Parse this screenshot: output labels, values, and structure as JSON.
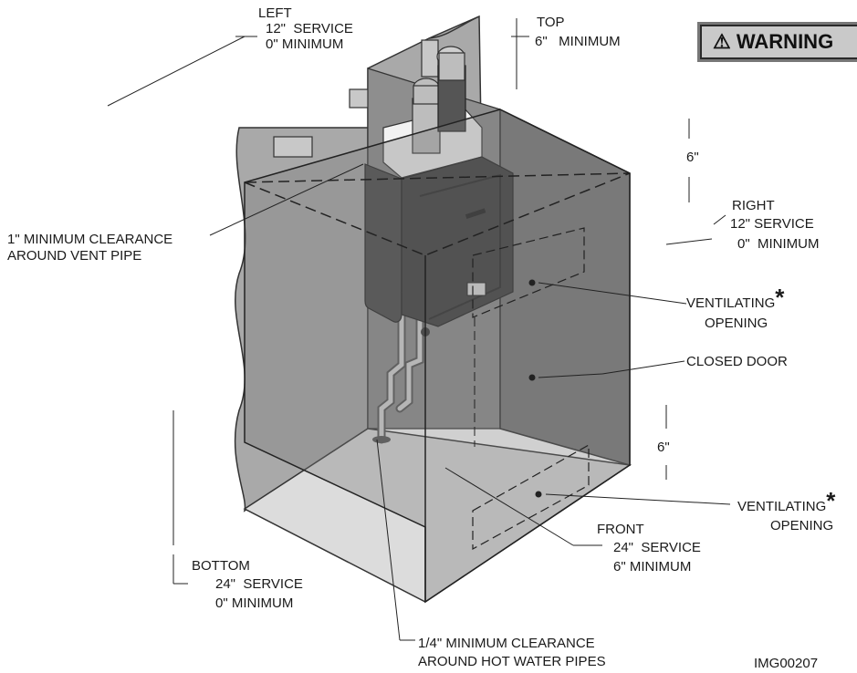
{
  "warning": {
    "symbol": "⚠",
    "text": "WARNING"
  },
  "labels": {
    "left": {
      "title": "LEFT",
      "service": "12\"  SERVICE",
      "minimum": "0\" MINIMUM"
    },
    "top": {
      "title": "TOP",
      "minimum": "6\"   MINIMUM"
    },
    "vent_clearance": {
      "line1": "1\" MINIMUM CLEARANCE",
      "line2": "AROUND VENT PIPE"
    },
    "top_offset": "6\"",
    "right": {
      "title": "RIGHT",
      "service": "12\" SERVICE",
      "minimum": "0\"  MINIMUM"
    },
    "ventilating_upper": {
      "line1": "VENTILATING",
      "star": "*",
      "line2": "OPENING"
    },
    "closed_door": "CLOSED DOOR",
    "bottom_offset": "6\"",
    "ventilating_lower": {
      "line1": "VENTILATING",
      "star": "*",
      "line2": "OPENING"
    },
    "front": {
      "title": "FRONT",
      "service": "24\"  SERVICE",
      "minimum": "6\" MINIMUM"
    },
    "bottom": {
      "title": "BOTTOM",
      "service": "24\"  SERVICE",
      "minimum": "0\" MINIMUM"
    },
    "pipe_clearance": {
      "line1": "1/4\" MINIMUM CLEARANCE",
      "line2": "AROUND HOT WATER PIPES"
    },
    "image_id": "IMG00207"
  }
}
